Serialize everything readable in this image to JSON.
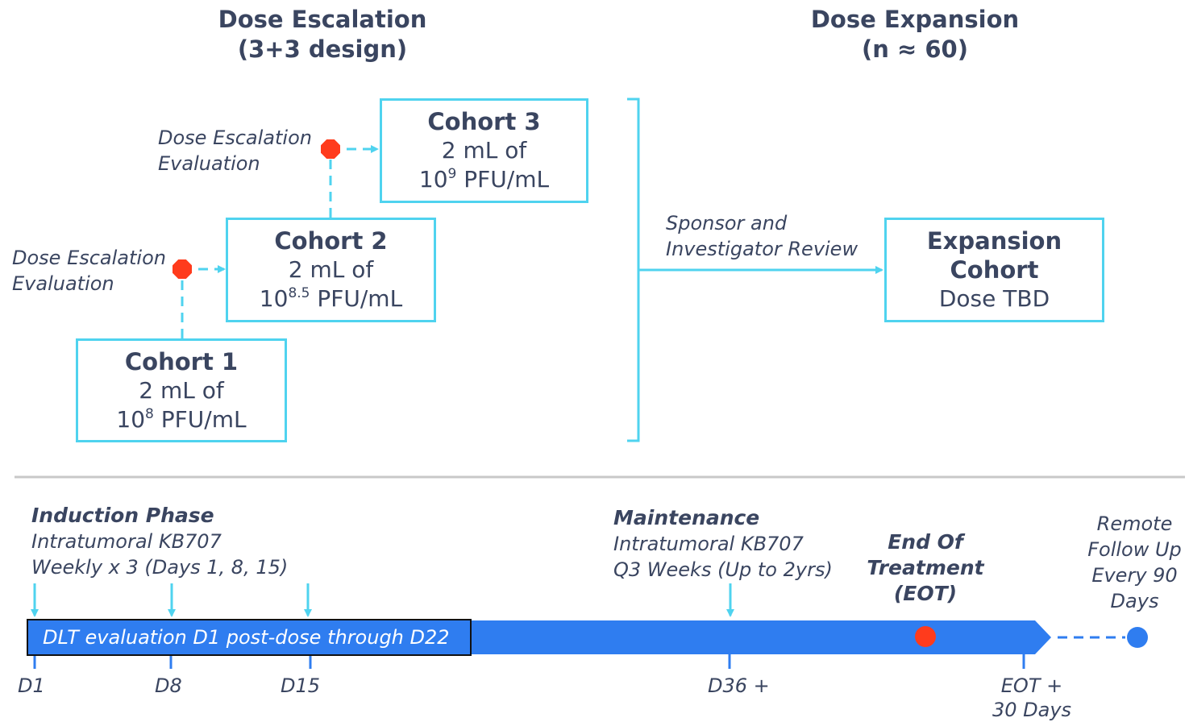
{
  "headers": {
    "escalation_line1": "Dose Escalation",
    "escalation_line2": "(3+3 design)",
    "expansion_line1": "Dose Expansion",
    "expansion_line2": "(n ≈ 60)"
  },
  "cohorts": [
    {
      "title": "Cohort 1",
      "line1": "2 mL of",
      "base": "10",
      "exp": "8",
      "unit": " PFU/mL"
    },
    {
      "title": "Cohort 2",
      "line1": "2 mL of",
      "base": "10",
      "exp": "8.5",
      "unit": " PFU/mL"
    },
    {
      "title": "Cohort 3",
      "line1": "2 mL of",
      "base": "10",
      "exp": "9",
      "unit": " PFU/mL"
    }
  ],
  "evaluation_labels": [
    {
      "line1": "Dose Escalation",
      "line2": "Evaluation"
    },
    {
      "line1": "Dose Escalation",
      "line2": "Evaluation"
    }
  ],
  "review_label": {
    "line1": "Sponsor and",
    "line2": "Investigator Review"
  },
  "expansion_box": {
    "line1": "Expansion",
    "line2": "Cohort",
    "line3": "Dose TBD"
  },
  "induction": {
    "title": "Induction Phase",
    "line1": "Intratumoral KB707",
    "line2": "Weekly x 3 (Days 1, 8, 15)"
  },
  "maintenance": {
    "title": "Maintenance",
    "line1": "Intratumoral KB707",
    "line2": "Q3 Weeks (Up to 2yrs)"
  },
  "eot": {
    "line1": "End Of",
    "line2": "Treatment",
    "line3": "(EOT)"
  },
  "follow_up": {
    "line1": "Remote",
    "line2": "Follow Up",
    "line3": "Every 90",
    "line4": "Days"
  },
  "dlt_label": "DLT evaluation D1 post-dose through D22",
  "ticks": {
    "d1": "D1",
    "d8": "D8",
    "d15": "D15",
    "d36": "D36 +",
    "eot_line1": "EOT +",
    "eot_line2": "30 Days"
  },
  "colors": {
    "box_border": "#4fd3ef",
    "arrow": "#4fd3ef",
    "timeline": "#2f7df0",
    "stop": "#ff3b1c",
    "text": "#3a4560"
  }
}
